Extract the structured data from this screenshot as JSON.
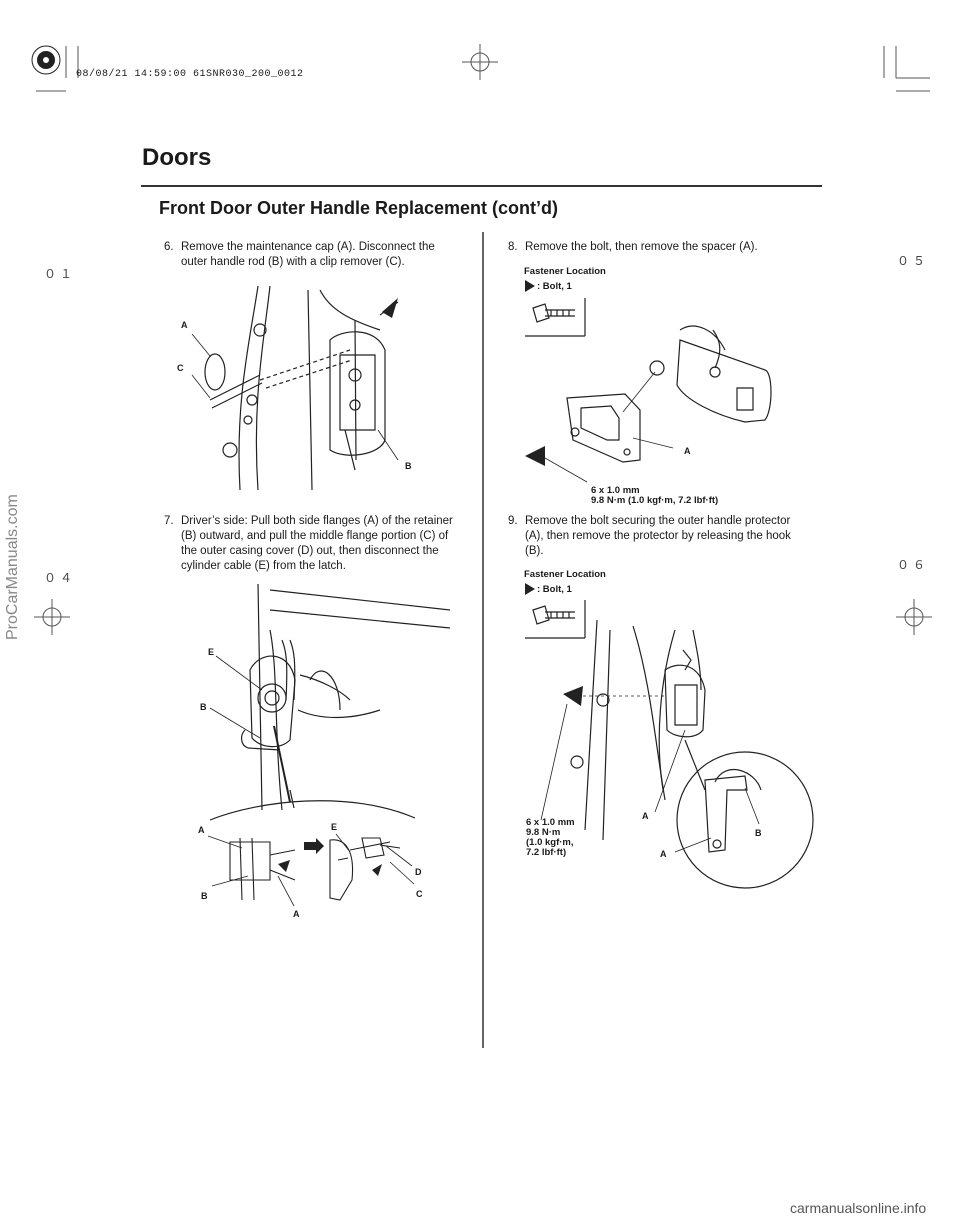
{
  "header_stamp": "08/08/21 14:59:00 61SNR030_200_0012",
  "page_title": "Doors",
  "section_title": "Front Door Outer Handle Replacement (cont’d)",
  "crop_marks": {
    "tl": "０１",
    "bl": "０４",
    "tr": "０５",
    "br": "０６"
  },
  "steps": [
    {
      "num": "6.",
      "text": "Remove the maintenance cap (A). Disconnect the outer handle rod (B) with a clip remover (C)."
    },
    {
      "num": "7.",
      "text": "Driver’s side: Pull both side flanges (A) of the retainer (B) outward, and pull the middle flange portion (C) of the outer casing cover (D) out, then disconnect the cylinder cable (E) from the latch."
    },
    {
      "num": "8.",
      "text": "Remove the bolt, then remove the spacer (A)."
    },
    {
      "num": "9.",
      "text": "Remove the bolt securing the outer handle protector (A), then remove the protector by releasing the hook (B)."
    }
  ],
  "fig6": {
    "a": "A",
    "c": "C",
    "b": "B"
  },
  "fig7": {
    "e": "E",
    "b": "B",
    "a1": "A",
    "e2": "E",
    "d": "D",
    "b2": "B",
    "a2": "A",
    "c": "C"
  },
  "fig8": {
    "fastener_title": "Fastener Location",
    "bolt_legend": ": Bolt, 1",
    "a": "A",
    "spec_line1": "6 x 1.0 mm",
    "spec_line2": "9.8 N·m (1.0 kgf·m, 7.2 lbf·ft)"
  },
  "fig9": {
    "fastener_title": "Fastener Location",
    "bolt_legend": ": Bolt, 1",
    "spec_line1": "6 x 1.0 mm",
    "spec_line2": "9.8 N·m",
    "spec_line3": "(1.0 kgf·m,",
    "spec_line4": "7.2 lbf·ft)",
    "a1": "A",
    "b": "B",
    "a2": "A"
  },
  "watermarks": {
    "side": "ProCarManuals.com",
    "bottom": "carmanualsonline.info"
  },
  "colors": {
    "ink": "#1a1a1a",
    "rule": "#333333",
    "watermark": "#888888"
  }
}
